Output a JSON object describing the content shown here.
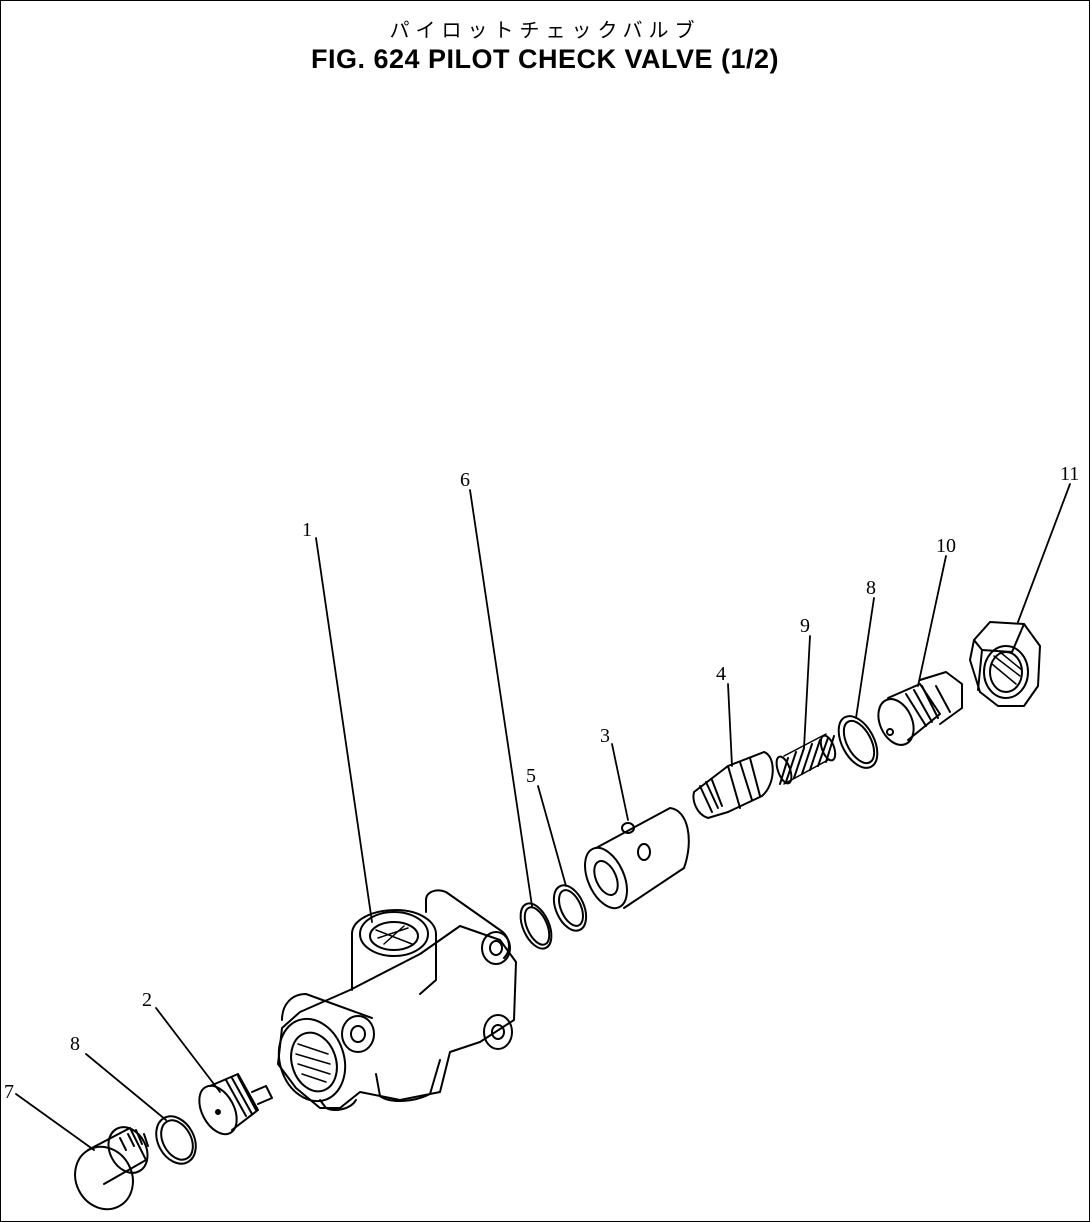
{
  "title_jp": "パイロットチェックバルブ",
  "title_en": "FIG. 624 PILOT CHECK VALVE (1/2)",
  "callouts": {
    "body": "1",
    "piston": "2",
    "sleeve": "3",
    "poppet": "4",
    "ring_5": "5",
    "ring_6": "6",
    "plug_7": "7",
    "oring_8_left": "8",
    "oring_8_right": "8",
    "spring": "9",
    "plug_10": "10",
    "nut": "11"
  }
}
